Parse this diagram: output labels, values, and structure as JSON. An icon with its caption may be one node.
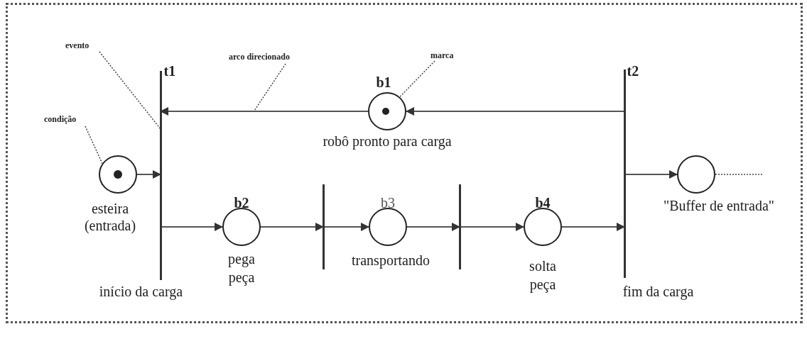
{
  "diagram": {
    "nodes": [
      {
        "text": [
          "t1"
        ],
        "beside": [
          "início da carga"
        ]
      },
      {
        "text": [
          "b1"
        ],
        "beside": [
          "robô pronto para carga"
        ]
      },
      {
        "text": [
          "t2"
        ],
        "beside": [
          "fim da carga"
        ]
      },
      {
        "text": [
          "esteira (entrada)"
        ]
      },
      {
        "text": [
          "b2"
        ],
        "beside": [
          "pega peça"
        ]
      },
      {
        "text": [],
        "shape": "bar"
      },
      {
        "text": [
          "b3"
        ],
        "beside": [
          "transportando"
        ]
      },
      {
        "text": [],
        "shape": "bar"
      },
      {
        "text": [
          "b4"
        ],
        "beside": [
          "solta peça"
        ]
      },
      {
        "text": [
          "\"Buffer de entrada\""
        ]
      },
      {
        "text": [],
        "shape": "circle",
        "in": 1
      },
      {
        "text": [],
        "shape": "circle",
        "in": 3
      },
      {
        "text": [
          "evento"
        ]
      },
      {
        "text": [
          "arco direcionado"
        ]
      },
      {
        "text": [
          "condição"
        ]
      },
      {
        "text": [
          "marca"
        ]
      }
    ],
    "edges": [
      {
        "from": 2,
        "to": 1,
        "arrow": "to"
      },
      {
        "from": 1,
        "to": 0,
        "arrow": "to"
      },
      {
        "from": 3,
        "to": 0,
        "arrow": "to"
      },
      {
        "from": 0,
        "to": 4,
        "arrow": "to"
      },
      {
        "from": 4,
        "to": 5,
        "arrow": "to"
      },
      {
        "from": 5,
        "to": 6,
        "arrow": "to"
      },
      {
        "from": 6,
        "to": 7,
        "arrow": "to"
      },
      {
        "from": 7,
        "to": 8,
        "arrow": "to"
      },
      {
        "from": 8,
        "to": 2,
        "arrow": "to"
      },
      {
        "from": 2,
        "to": 9,
        "arrow": "to"
      },
      {
        "from": 9,
        "to": null,
        "arrow": "none",
        "style": "dashed"
      },
      {
        "from": 12,
        "to": 0,
        "arrow": "none",
        "style": "dashed"
      },
      {
        "from": 13,
        "to": null,
        "arrow": "none",
        "style": "dashed"
      },
      {
        "from": 14,
        "to": 3,
        "arrow": "none",
        "style": "dashed"
      },
      {
        "from": 15,
        "to": 10,
        "arrow": "none",
        "style": "dashed"
      }
    ]
  }
}
